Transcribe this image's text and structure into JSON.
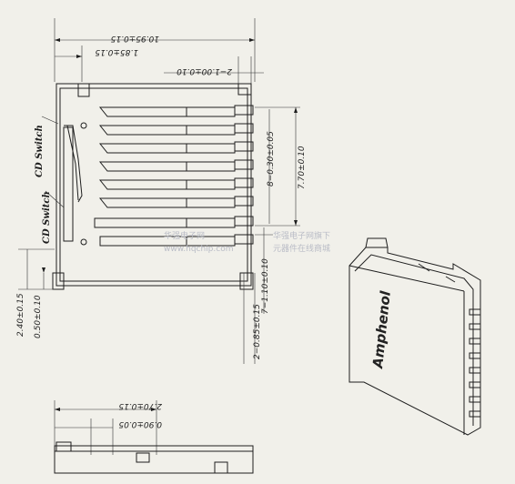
{
  "labels": {
    "cd_switch_upper": "CD Switch",
    "cd_switch_lower": "CD Switch",
    "brand": "Amphenol"
  },
  "dimensions": {
    "overall_width": "10.95±0.15",
    "left_offset": "1.85±0.15",
    "pin_pitch_top": "2−1.00±0.10",
    "pin_width": "8−0.30±0.05",
    "pin_span": "7.70±0.10",
    "pitch_lower": "7−1.10±0.10",
    "bottom_pin": "2−0.85±0.15",
    "left_height": "2.40±0.15",
    "left_small": "0.50±0.10",
    "side_length": "2.70±0.15",
    "side_small": "0.90±0.05"
  },
  "watermark": {
    "line1": "华强电子网",
    "line2": "www.hqchip.com",
    "line3": "华强电子网旗下",
    "line4": "元器件在线商城"
  },
  "colors": {
    "paper": "#f1f0ea",
    "ink": "#1e1e1e",
    "watermark": "#b9bcc6"
  }
}
